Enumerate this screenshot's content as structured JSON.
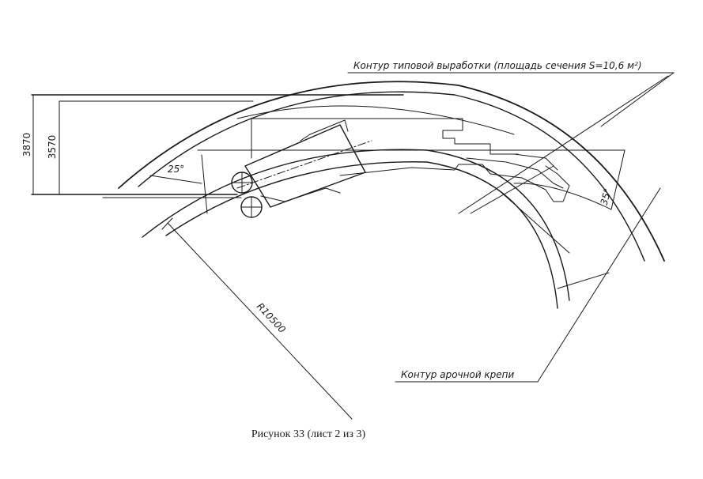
{
  "labels": {
    "typical_contour": "Контур типовой выработки (площадь сечения S=10,6 м²)",
    "arch_support_contour": "Контур арочной крепи",
    "radius": "R10500",
    "dim_outer": "3870",
    "dim_inner": "3570",
    "angle_left": "25°",
    "angle_right": "35°"
  },
  "caption": "Рисунок 33 (лист 2 из 3)"
}
